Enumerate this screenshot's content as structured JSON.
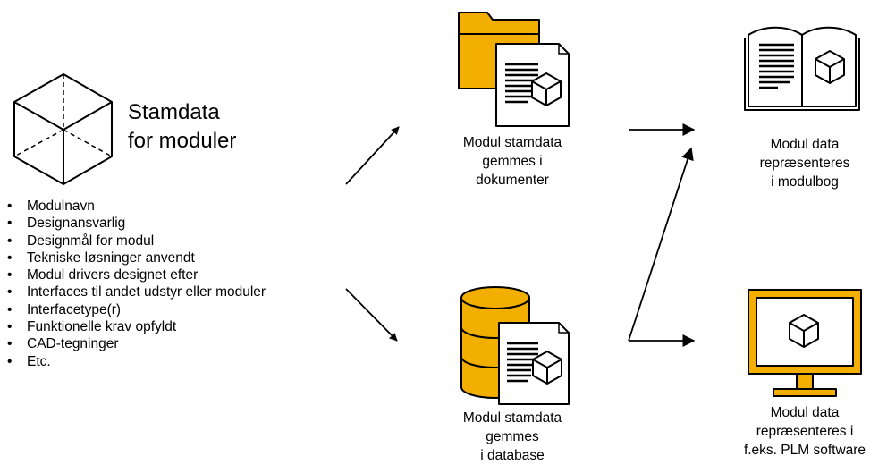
{
  "title": [
    "Stamdata",
    "for moduler"
  ],
  "bullets": [
    "Modulnavn",
    "Designansvarlig",
    "Designmål for modul",
    "Tekniske løsninger anvendt",
    "Modul drivers designet efter",
    "Interfaces til andet udstyr eller moduler",
    "Interfacetype(r)",
    "Funktionelle krav opfyldt",
    "CAD-tegninger",
    "Etc."
  ],
  "nodes": {
    "documents": [
      "Modul stamdata",
      "gemmes i",
      "dokumenter"
    ],
    "database": [
      "Modul stamdata",
      "gemmes",
      "i database"
    ],
    "modulbog": [
      "Modul data",
      "repræsenteres",
      "i modulbog"
    ],
    "plm": [
      "Modul data",
      "repræsenteres i",
      "f.eks. PLM software"
    ]
  },
  "icons": [
    "cube-icon",
    "folder-document-icon",
    "database-document-icon",
    "book-icon",
    "monitor-icon",
    "arrow-icon"
  ],
  "colors": {
    "accent": "#F2AF00",
    "line": "#000000"
  }
}
